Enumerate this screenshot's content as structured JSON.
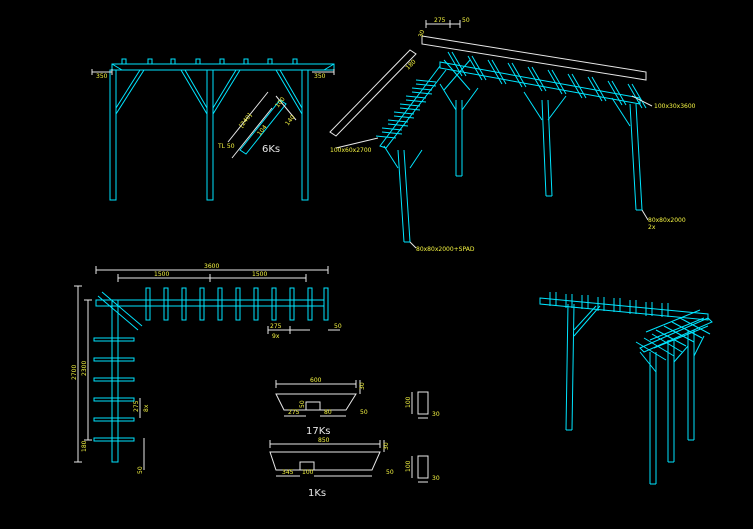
{
  "colors": {
    "background": "#000000",
    "lines": "#00e5ff",
    "dims": "#e8e8e8",
    "text": "#f5f542"
  },
  "front_elevation": {
    "dim_left": "350",
    "dim_right": "350",
    "detail_dims": [
      "100",
      "104",
      "140",
      "[240]",
      "TL 50"
    ],
    "count": "6Ks"
  },
  "iso_view": {
    "dim_top_a": "275",
    "dim_top_b": "50",
    "dim_side": "30",
    "dim_end": "180",
    "label_purlin": "100x30x3600",
    "label_beam": "100x60x2700",
    "label_post_main": "80x80x2000",
    "label_post_sub": "2x",
    "label_post_corner": "80x80x2000+SPAD"
  },
  "plan": {
    "dim_total_x": "3600",
    "dim_half_left": "1500",
    "dim_half_right": "1500",
    "dim_spacing": "275",
    "dim_spacing_count": "9x",
    "dim_end": "50",
    "dim_total_y": "2700",
    "dim_inner_y": "2300",
    "dim_spacing_y": "275",
    "dim_spacing_y_count": "8x",
    "dim_bottom_a": "180",
    "dim_bottom_b": "50"
  },
  "rafter_detail": {
    "dim_top": "600",
    "dim_height": "30",
    "dim_notch_left": "275",
    "dim_notch_h": "50",
    "dim_notch_w": "80",
    "dim_right": "50",
    "count": "17Ks",
    "section_h": "100",
    "section_w": "30"
  },
  "beam_detail": {
    "dim_top": "850",
    "dim_height": "30",
    "dim_left": "345",
    "dim_notch": "100",
    "dim_right": "50",
    "count": "1Ks",
    "section_h": "100",
    "section_w": "30"
  }
}
